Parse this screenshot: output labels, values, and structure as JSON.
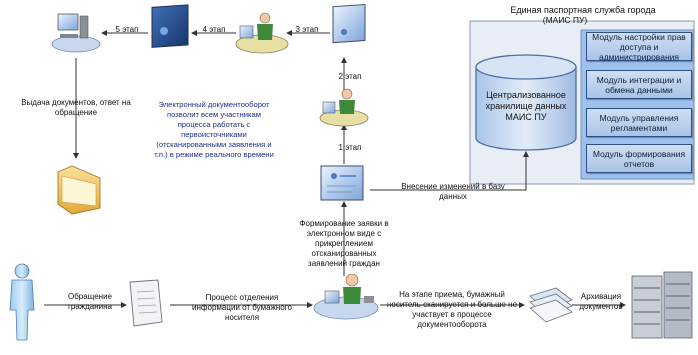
{
  "system": {
    "title": "Единая паспортная служба города",
    "subtitle": "(МАИС ПУ)",
    "storage": "Централизованное хранилище данных МАИС ПУ",
    "modules": [
      "Модуль настройки прав доступа и администрирования",
      "Модуль интеграции и обмена данными",
      "Модуль управления регламентами",
      "Модуль формирования отчетов"
    ]
  },
  "stages": {
    "s1": "1 этап",
    "s2": "2 этап",
    "s3": "3 этап",
    "s4": "4 этап",
    "s5": "5 этап"
  },
  "labels": {
    "issue": "Выдача документов, ответ на обращение",
    "edo_note": "Электронный документооборот позволит всем участникам процесса работать с первоисточниками (отсканированными заявления и т.п.) в режиме реального времени",
    "db_changes": "Внесение изменений в базу данных",
    "formation": "Формирование заявки в электронном виде с прикреплением отсканированных заявлений граждан",
    "citizen": "Обращение гражданина",
    "separation": "Процесс отделения информации от бумажного носителя",
    "scan_note": "На этапе приема, бумажный носитель сканируется и больше не участвует в процессе документооборота",
    "archive": "Архивация документов"
  },
  "colors": {
    "accent": "#2f5da8",
    "module_fill": "#b9d0ee",
    "frame_fill": "#e9eef6",
    "arrow": "#333333",
    "note_text": "#1f2f8f"
  }
}
